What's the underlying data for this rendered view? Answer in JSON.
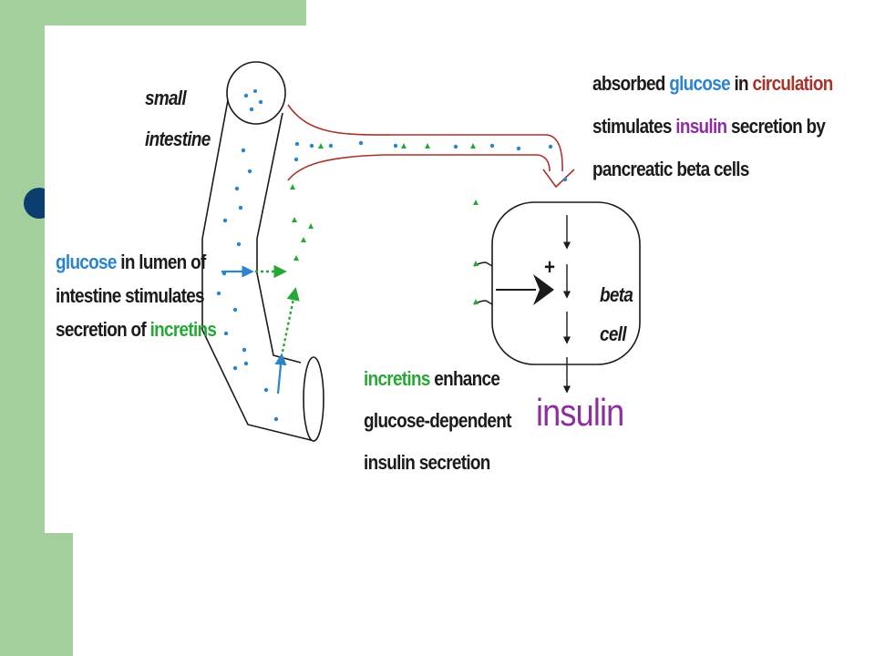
{
  "colors": {
    "slide_green": "#a3cf9c",
    "bullet": "#0b3d6e",
    "glucose_blue": "#2b84cc",
    "incretin_green": "#27a836",
    "circulation_red": "#a7332b",
    "insulin_purple": "#8d2e9e",
    "line_dark": "#1b1b1b"
  },
  "diagram": {
    "small_intestine_label": [
      "small",
      "intestine"
    ],
    "circulation_caption": {
      "line1": {
        "pre": "absorbed ",
        "glucose": "glucose",
        "mid": " in ",
        "circulation": "circulation"
      },
      "line2": {
        "pre": "stimulates ",
        "insulin": "insulin",
        "post": " secretion by"
      },
      "line3": "pancreatic beta cells"
    },
    "lumen_caption": {
      "line1": {
        "glucose": "glucose",
        "post": " in lumen of"
      },
      "line2": "intestine stimulates",
      "line3": {
        "pre": "secretion of ",
        "incretins": "incretins"
      }
    },
    "incretin_caption": {
      "line1": {
        "incretins": "incretins",
        "post": " enhance"
      },
      "line2": "glucose-dependent",
      "line3": "insulin secretion"
    },
    "beta_cell_label": [
      "beta",
      "cell"
    ],
    "plus_sign": "+",
    "insulin_output": "insulin",
    "icons": [
      "glucose-dot",
      "incretin-triangle",
      "arrow",
      "receptor"
    ]
  }
}
